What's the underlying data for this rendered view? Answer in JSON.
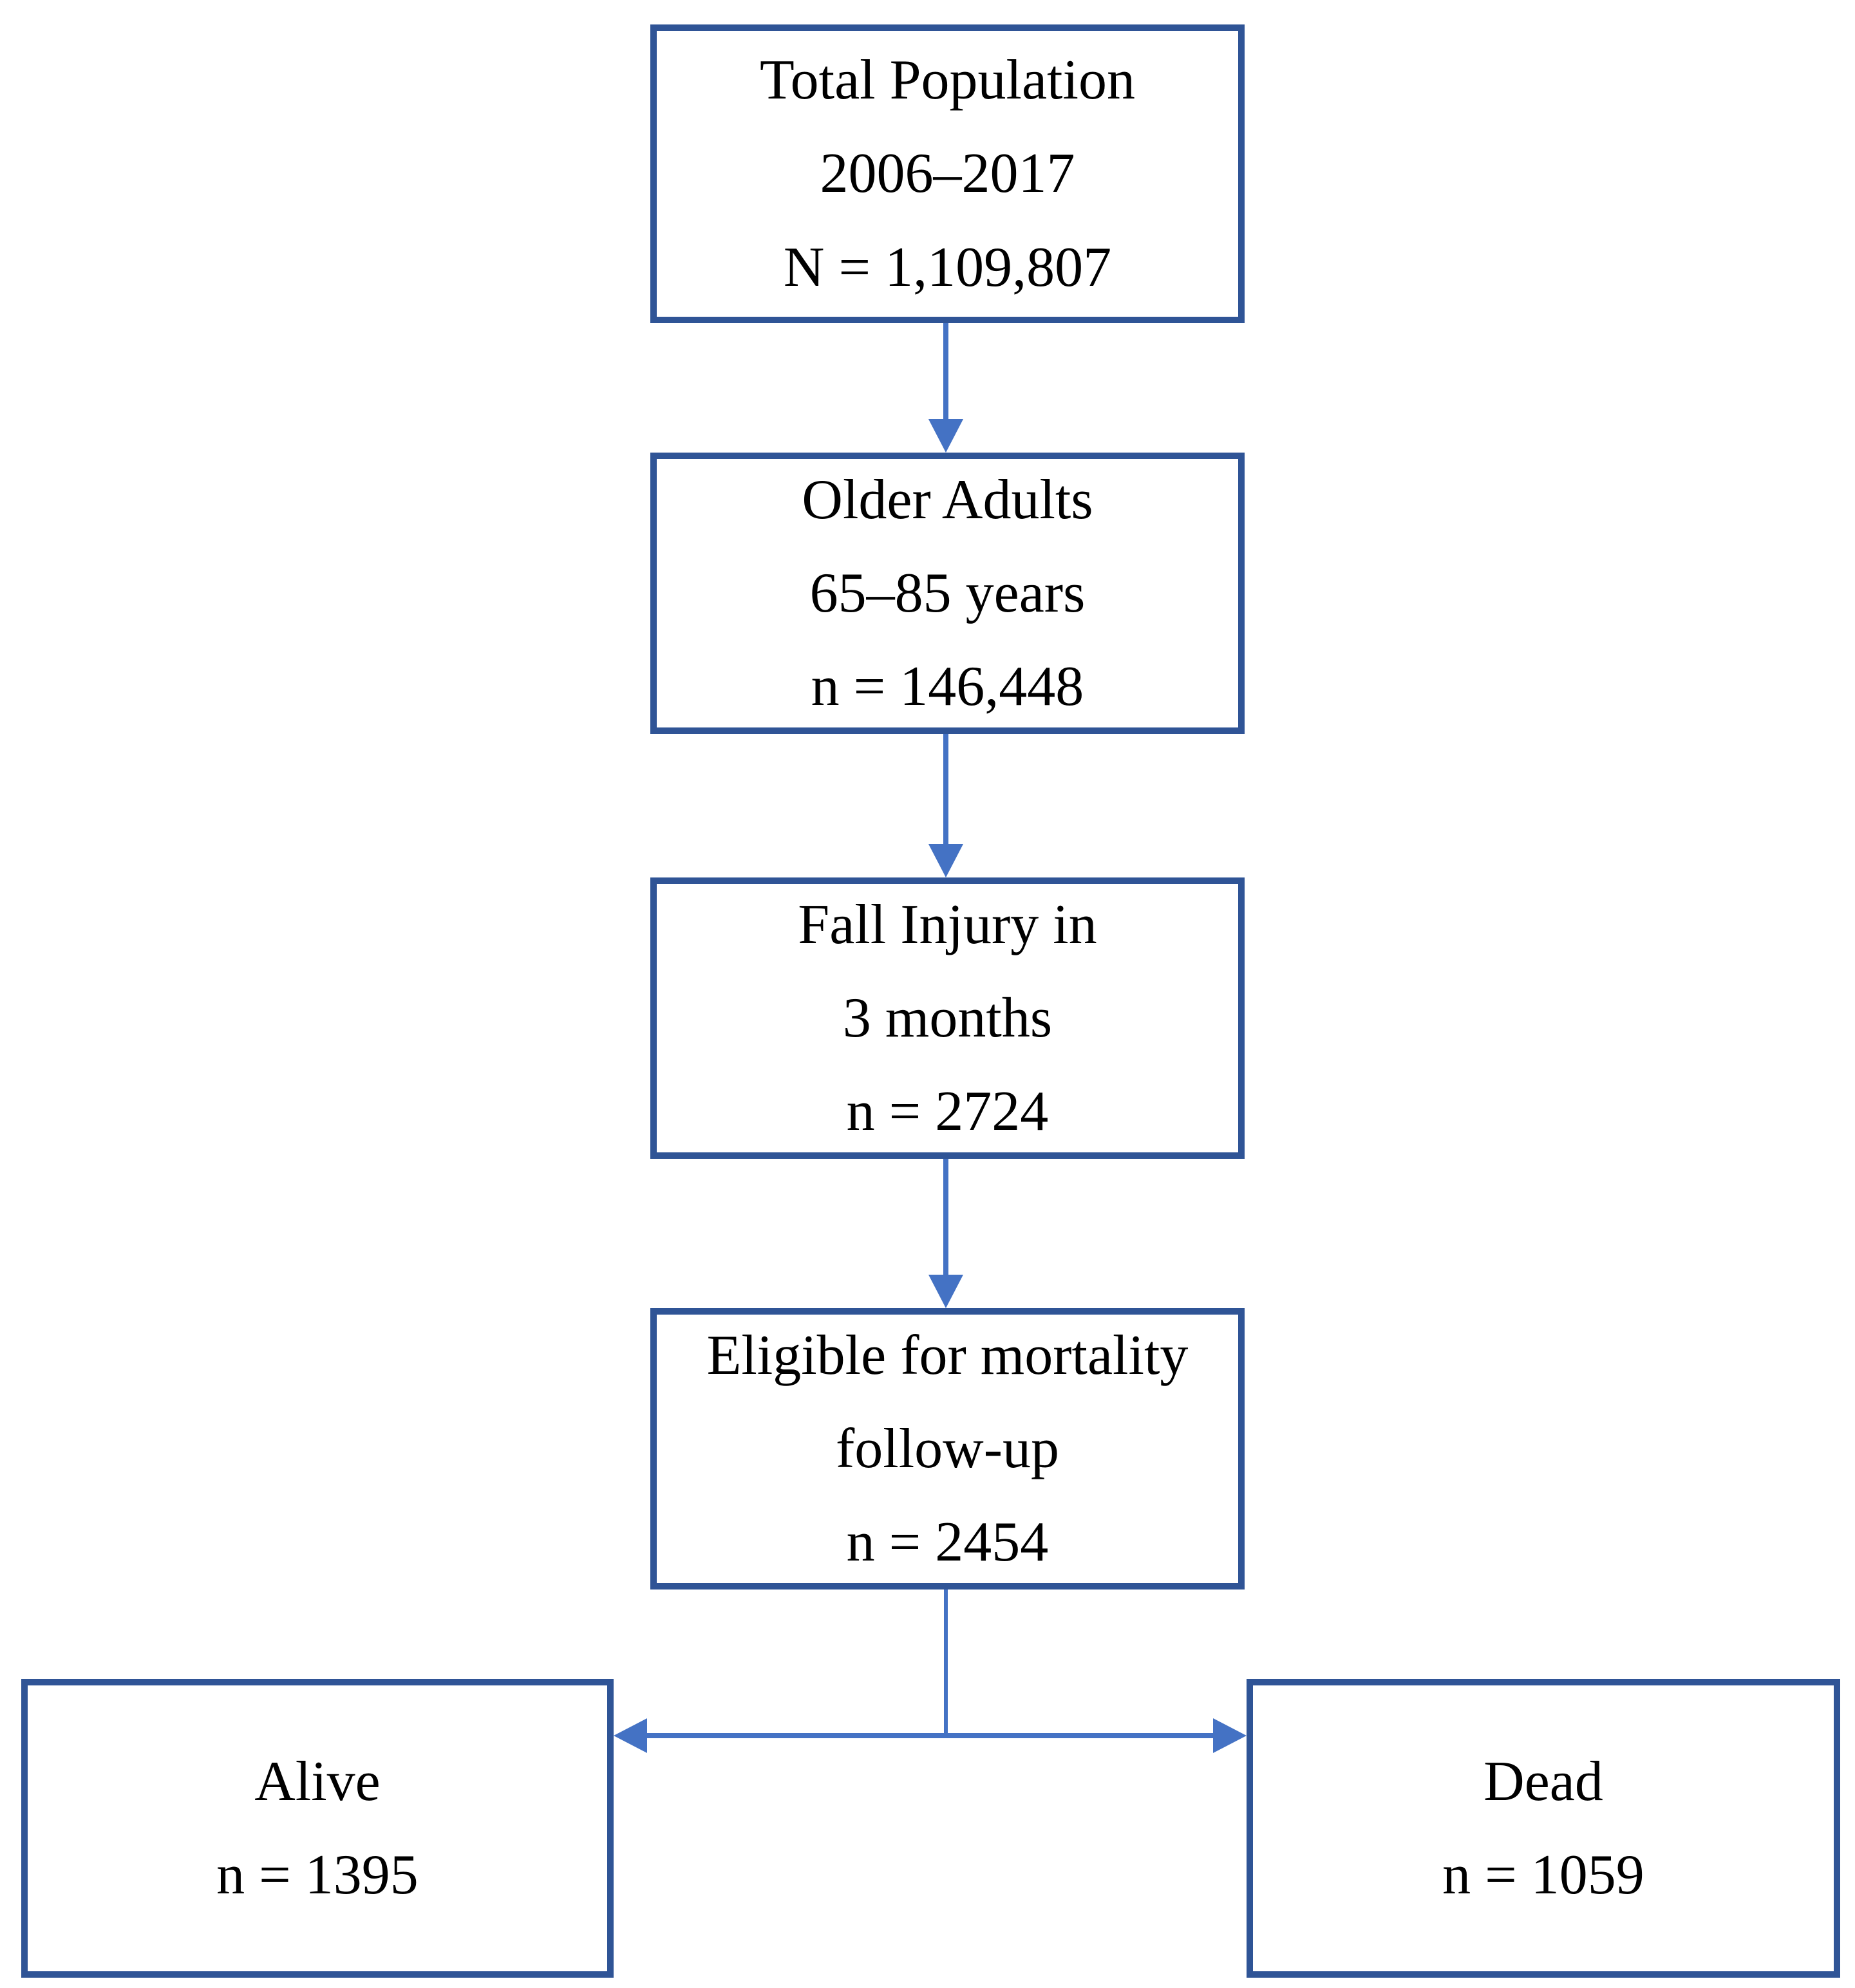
{
  "diagram": {
    "type": "flowchart",
    "background": "#FFFFFF",
    "box_border_color": "#2F5496",
    "arrow_color": "#4472C4",
    "text_color": "#000000",
    "nodes": [
      {
        "id": "total-population",
        "lines": [
          "Total Population",
          "2006–2017",
          "N = 1,109,807"
        ]
      },
      {
        "id": "older-adults",
        "lines": [
          "Older Adults",
          "65–85 years",
          "n = 146,448"
        ]
      },
      {
        "id": "fall-injury",
        "lines": [
          "Fall Injury in",
          "3 months",
          "n = 2724"
        ]
      },
      {
        "id": "eligible-mortality-followup",
        "lines": [
          "Eligible for mortality",
          "follow-up",
          "n = 2454"
        ]
      },
      {
        "id": "alive",
        "lines": [
          "Alive",
          "n = 1395"
        ]
      },
      {
        "id": "dead",
        "lines": [
          "Dead",
          "n = 1059"
        ]
      }
    ],
    "edges": [
      {
        "from": "total-population",
        "to": "older-adults"
      },
      {
        "from": "older-adults",
        "to": "fall-injury"
      },
      {
        "from": "fall-injury",
        "to": "eligible-mortality-followup"
      },
      {
        "from": "eligible-mortality-followup",
        "to": "alive"
      },
      {
        "from": "eligible-mortality-followup",
        "to": "dead"
      }
    ]
  }
}
